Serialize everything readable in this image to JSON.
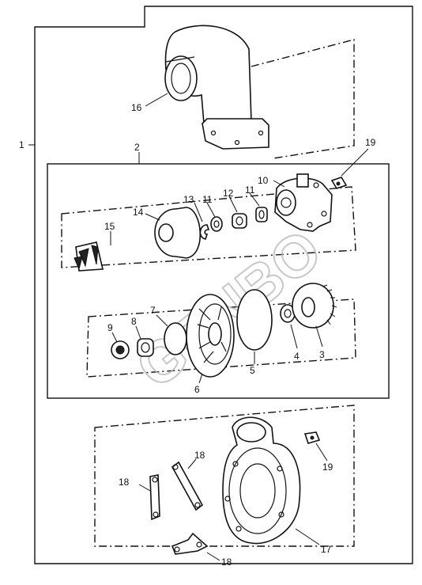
{
  "callouts": {
    "c1": "1",
    "c2": "2",
    "c3": "3",
    "c4": "4",
    "c5": "5",
    "c6": "6",
    "c7": "7",
    "c8": "8",
    "c9": "9",
    "c10": "10",
    "c11a": "11",
    "c11b": "11",
    "c12": "12",
    "c13": "13",
    "c14": "14",
    "c15": "15",
    "c16": "16",
    "c17": "17",
    "c18a": "18",
    "c18b": "18",
    "c18c": "18",
    "c19a": "19",
    "c19b": "19"
  },
  "watermark": "GENBO",
  "colors": {
    "line": "#111111",
    "background": "#ffffff",
    "watermark": "#bbbbbb"
  }
}
